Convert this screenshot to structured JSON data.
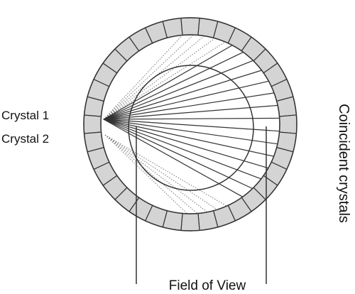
{
  "labels": {
    "crystal1": "Crystal 1",
    "crystal2": "Crystal 2",
    "coincident": "Coincident crystals",
    "fov": "Field of View"
  },
  "ring": {
    "segments": 36
  },
  "colors": {
    "ring_fill": "#d4d4d4",
    "line": "#333333",
    "dotted": "#777777",
    "text": "#111111"
  }
}
